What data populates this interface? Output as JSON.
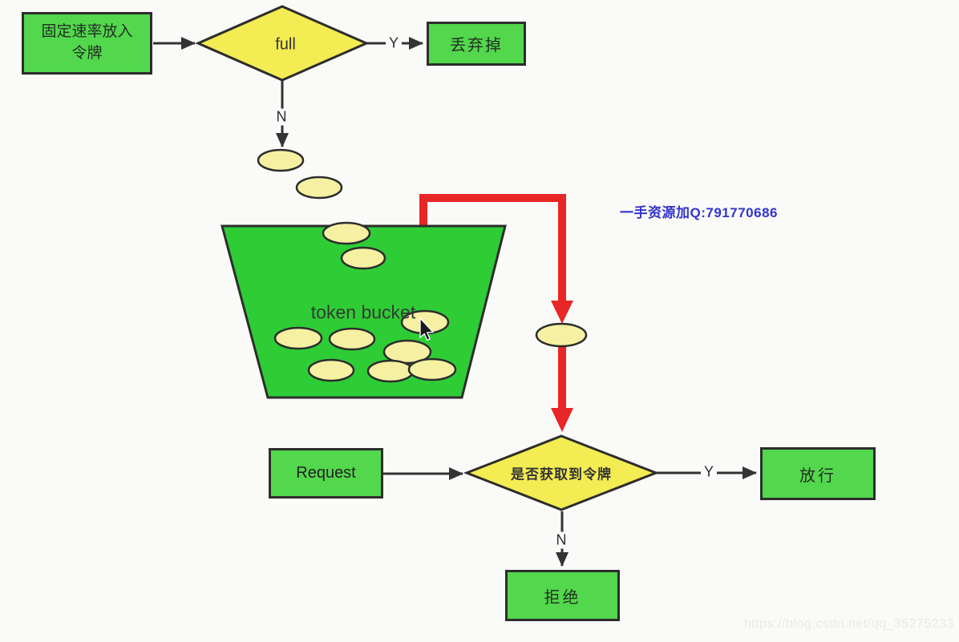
{
  "nodes": {
    "fixed_rate": {
      "line1": "固定速率放入",
      "line2": "令牌"
    },
    "full": {
      "label": "full"
    },
    "discard": {
      "label": "丢弃掉"
    },
    "bucket": {
      "line1": "token",
      "line2": "bucket"
    },
    "request": {
      "label": "Request"
    },
    "check": {
      "label": "是否获取到令牌"
    },
    "allow": {
      "label": "放行"
    },
    "reject": {
      "label": "拒绝"
    }
  },
  "edge_labels": {
    "full_yes": "Y",
    "full_no": "N",
    "check_yes": "Y",
    "check_no": "N"
  },
  "annotations": {
    "promo": "一手资源加Q:791770686",
    "watermark": "https://blog.csdn.net/qq_35275233"
  },
  "token_counts": {
    "falling": 2,
    "in_bucket": 9,
    "dispensing": 1
  },
  "colors": {
    "background": "#fafaf9",
    "node_green": "#53d74d",
    "bucket_green": "#2ecd36",
    "diamond_yellow": "#f3ec52",
    "token_yellow": "#f6f1a2",
    "outline": "#2d2d2d",
    "arrow_black": "#333333",
    "arrow_red": "#e82626",
    "promo_blue": "#3333cd",
    "watermark_gray": "#e9e9e5"
  }
}
